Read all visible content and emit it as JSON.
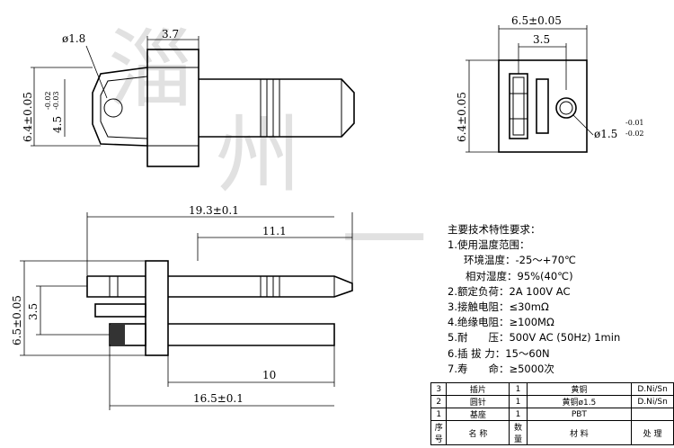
{
  "watermark": [
    "淄",
    "州",
    "一"
  ],
  "dims": {
    "hole_dia": "ø1.8",
    "top_width": "3.7",
    "left_height": "6.4±0.05",
    "pin_height": "4.5",
    "pin_tol_upper": "-0.02",
    "pin_tol_lower": "-0.03",
    "front_width": "6.5±0.05",
    "front_inner": "3.5",
    "front_height": "6.4±0.05",
    "pin_dia": "ø1.5",
    "pin_dia_tol_upper": "-0.01",
    "pin_dia_tol_lower": "-0.02",
    "overall_length": "19.3±0.1",
    "pin_length": "11.1",
    "side_height": "6.5±0.05",
    "side_inner": "3.5",
    "lower_pin": "10",
    "lower_overall": "16.5±0.1"
  },
  "notes": {
    "title": "主要技术特性要求：",
    "items": [
      "1.使用温度范围：",
      "环境温度：-25～+70℃",
      "相对湿度：95%(40℃)",
      "2.额定负荷：2A 100V AC",
      "3.接触电阻：≤30mΩ",
      "4.绝缘电阻：≥100MΩ",
      "5.耐　　压：500V AC (50Hz) 1min",
      "6.插 拔 力：15～60N",
      "7.寿　　命：≥5000次"
    ]
  },
  "bom": {
    "rows": [
      [
        "3",
        "插片",
        "1",
        "黄铜",
        "D.Ni/Sn"
      ],
      [
        "2",
        "圆针",
        "1",
        "黄铜ø1.5",
        "D.Ni/Sn"
      ],
      [
        "1",
        "基座",
        "1",
        "PBT",
        ""
      ]
    ],
    "header": [
      "序号",
      "名 称",
      "数量",
      "材 料",
      "处 理"
    ]
  }
}
